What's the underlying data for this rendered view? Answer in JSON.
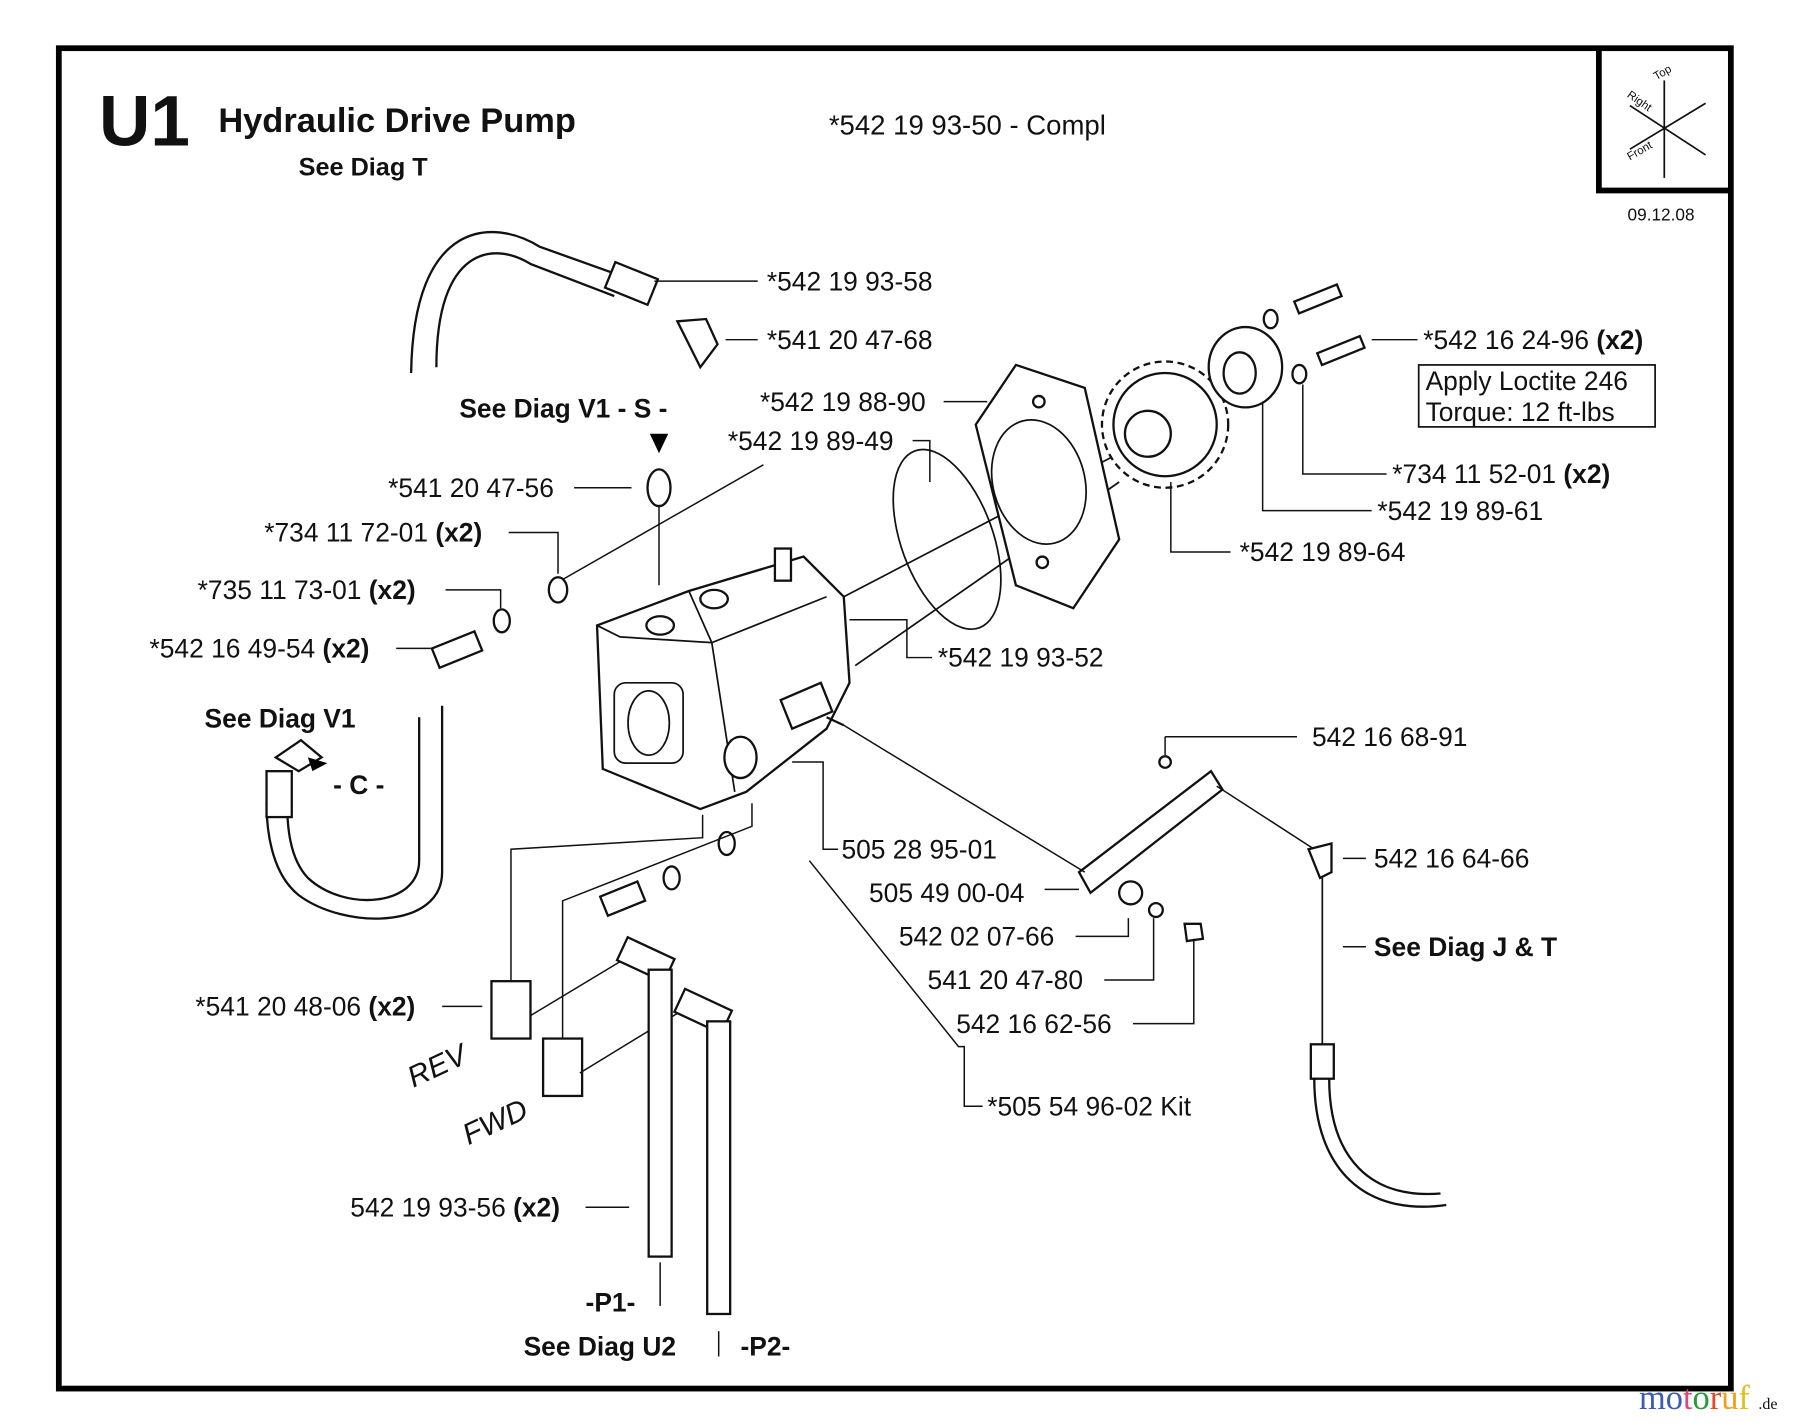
{
  "header": {
    "section": "U1",
    "title": "Hydraulic Drive Pump",
    "see_diag": "See Diag T",
    "complete": "*542 19 93-50 - Compl",
    "date": "09.12.08"
  },
  "compass": {
    "top": "Top",
    "right": "Right",
    "front": "Front"
  },
  "note": {
    "line1": "Apply Loctite 246",
    "line2": "Torque: 12 ft-lbs"
  },
  "refs": {
    "v1_s": "See Diag V1 - S -",
    "v1": "See Diag V1",
    "c": "- C -",
    "p1": "-P1-",
    "p2": "-P2-",
    "u2": "See Diag U2",
    "jt": "See Diag J & T",
    "rev": "REV",
    "fwd": "FWD"
  },
  "parts": [
    {
      "number": "*542 19 93-58",
      "qty": ""
    },
    {
      "number": "*541 20 47-68",
      "qty": ""
    },
    {
      "number": "*542 19 88-90",
      "qty": ""
    },
    {
      "number": "*542 19 89-49",
      "qty": ""
    },
    {
      "number": "*541 20 47-56",
      "qty": ""
    },
    {
      "number": "*734 11 72-01",
      "qty": "(x2)"
    },
    {
      "number": "*735 11 73-01",
      "qty": "(x2)"
    },
    {
      "number": "*542 16 49-54",
      "qty": "(x2)"
    },
    {
      "number": "*541 20 48-06",
      "qty": "(x2)"
    },
    {
      "number": "542 19 93-56",
      "qty": "(x2)"
    },
    {
      "number": "505 28 95-01",
      "qty": ""
    },
    {
      "number": "505 49 00-04",
      "qty": ""
    },
    {
      "number": "542 02 07-66",
      "qty": ""
    },
    {
      "number": "541 20 47-80",
      "qty": ""
    },
    {
      "number": "542 16 62-56",
      "qty": ""
    },
    {
      "number": "*505 54 96-02 Kit",
      "qty": ""
    },
    {
      "number": "*542 19 93-52",
      "qty": ""
    },
    {
      "number": "542 16 68-91",
      "qty": ""
    },
    {
      "number": "542 16 64-66",
      "qty": ""
    },
    {
      "number": "*542 19 89-64",
      "qty": ""
    },
    {
      "number": "*542 19 89-61",
      "qty": ""
    },
    {
      "number": "*734 11 52-01",
      "qty": "(x2)"
    },
    {
      "number": "*542 16 24-96",
      "qty": "(x2)"
    }
  ],
  "watermark": {
    "text": "motoruf",
    "suffix": ".de",
    "colors": [
      "#3b5bb5",
      "#3b5bb5",
      "#e0457b",
      "#2a9a3a",
      "#e04a2a",
      "#f0a020",
      "#e0c020"
    ]
  }
}
